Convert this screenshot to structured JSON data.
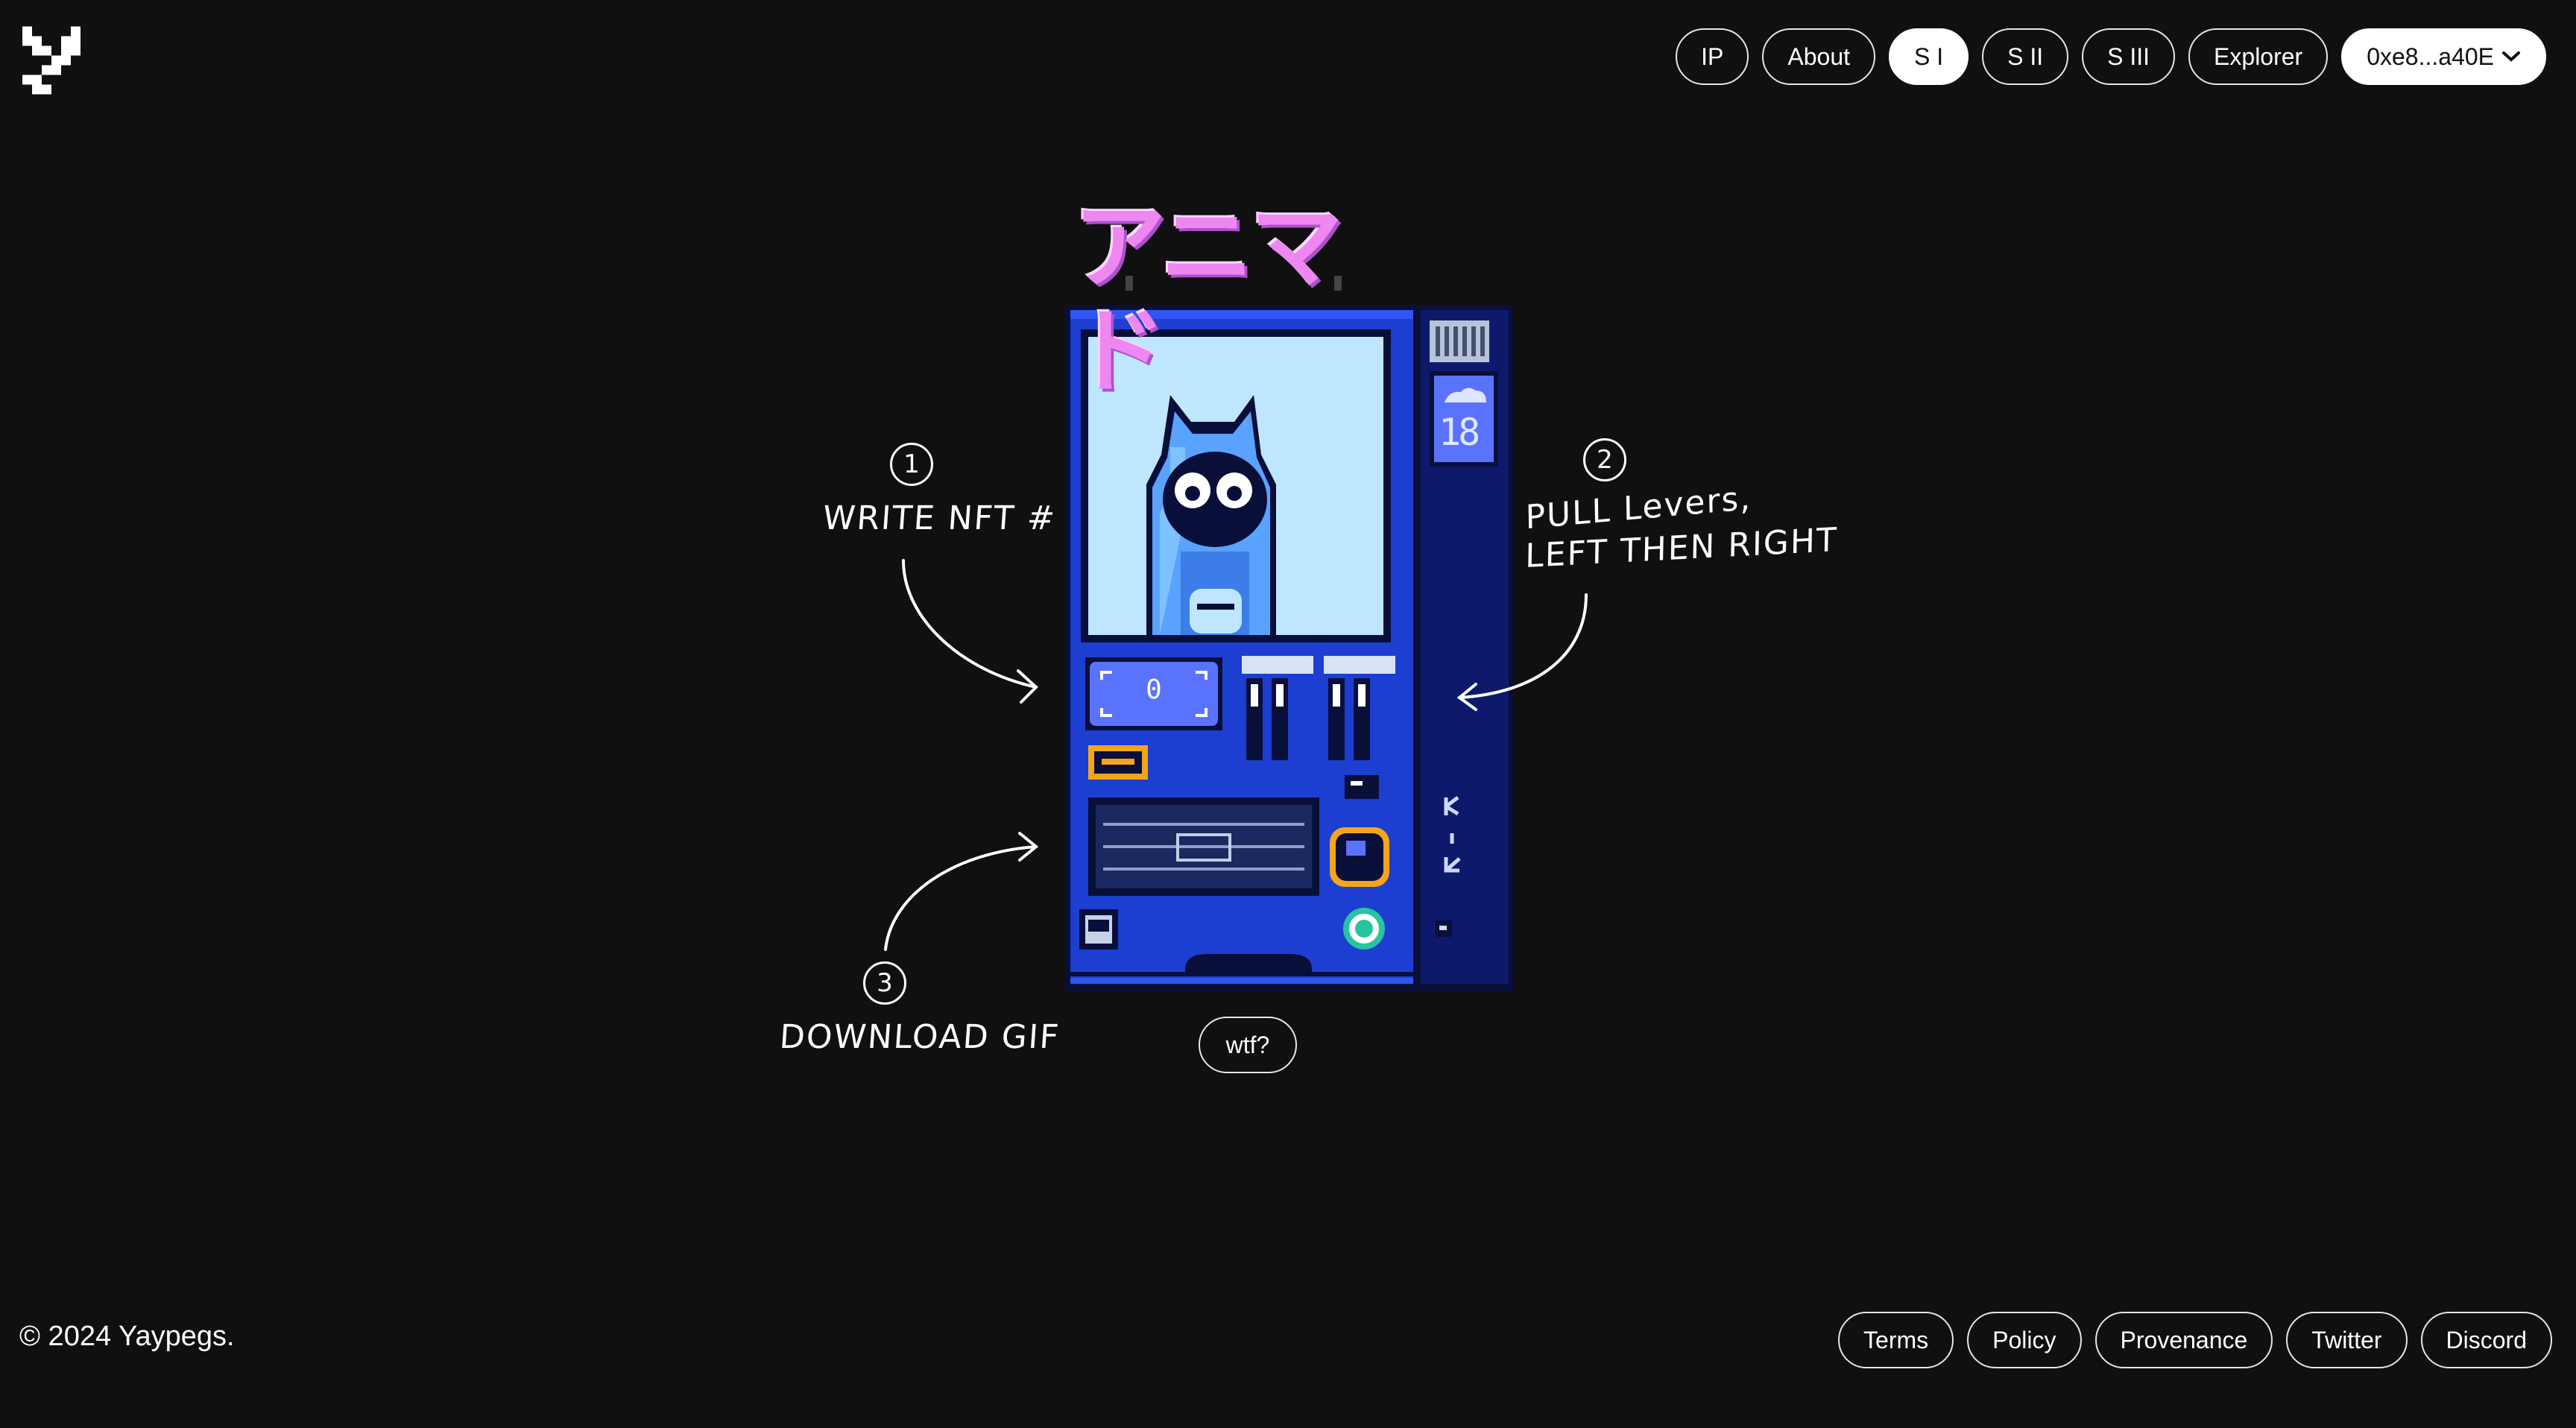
{
  "header": {
    "logo_icon": "yaypegs-logo-icon",
    "nav": [
      {
        "label": "IP",
        "active": false
      },
      {
        "label": "About",
        "active": false
      },
      {
        "label": "S I",
        "active": true
      },
      {
        "label": "S II",
        "active": false
      },
      {
        "label": "S III",
        "active": false
      },
      {
        "label": "Explorer",
        "active": false
      }
    ],
    "wallet": {
      "label": "0xe8...a40E",
      "icon": "chevron-down-icon"
    }
  },
  "machine": {
    "sign_text": "アニマド",
    "counter_value": "0",
    "temperature": "18",
    "colors": {
      "body": "#1c3fd1",
      "side": "#0d1a6b",
      "screen": "#bfe6ff",
      "sign": "#ee87f0",
      "coin_ring": "#f5a51b"
    }
  },
  "instructions": {
    "step1": {
      "number": "1",
      "text": "WRITE NFT #"
    },
    "step2": {
      "number": "2",
      "line1": "PULL Levers,",
      "line2": "LEFT THEN RIGHT"
    },
    "step3": {
      "number": "3",
      "text": "DOWNLOAD GIF"
    }
  },
  "wtf_button": "wtf?",
  "footer": {
    "copyright": "© 2024 Yaypegs.",
    "links": [
      "Terms",
      "Policy",
      "Provenance",
      "Twitter",
      "Discord"
    ]
  }
}
